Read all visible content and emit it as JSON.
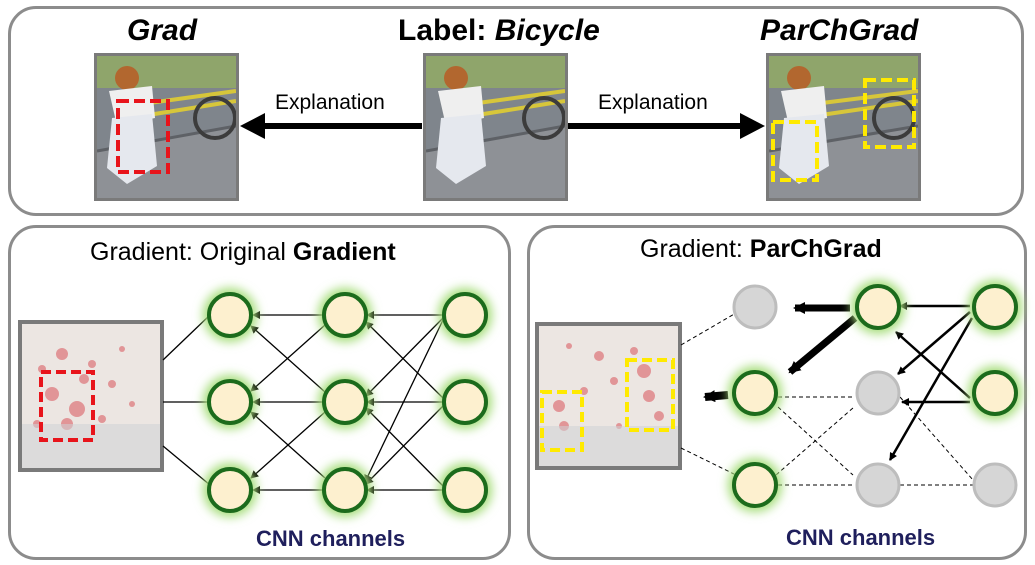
{
  "top": {
    "left_title": "Grad",
    "center_title_prefix": "Label: ",
    "center_title_label": "Bicycle",
    "right_title": "ParChGrad",
    "left_arrow_text": "Explanation",
    "right_arrow_text": "Explanation"
  },
  "left_panel": {
    "title_prefix": "Gradient: Original ",
    "title_bold": "Gradient",
    "caption": "CNN channels"
  },
  "right_panel": {
    "title_prefix": "Gradient: ",
    "title_bold": "ParChGrad",
    "caption": "CNN channels"
  },
  "colors": {
    "grad_box": "#e8141b",
    "parchgrad_box": "#ffea00",
    "node_fill": "#fdf0cf",
    "node_stroke": "#1c6b1c",
    "node_glow": "#a6dd7a",
    "inactive_fill": "#d6d6d6",
    "inactive_stroke": "#bdbdbd",
    "panel_border": "#8c8c8c"
  }
}
